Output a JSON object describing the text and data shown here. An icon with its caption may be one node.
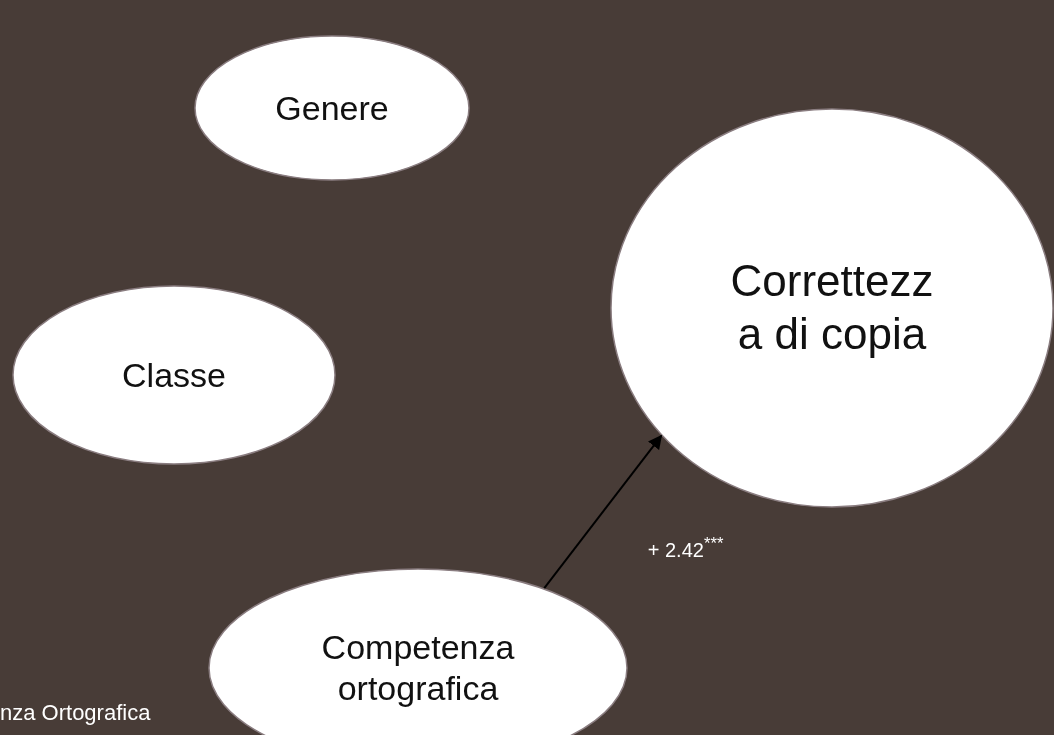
{
  "diagram": {
    "nodes": [
      {
        "text": [
          "Genere"
        ]
      },
      {
        "text": [
          "Classe"
        ]
      },
      {
        "text": [
          "Correttezz a di copia"
        ]
      },
      {
        "text": [
          "Competenza ortografica"
        ]
      }
    ],
    "edges": [
      {
        "from": 3,
        "to": 2,
        "arrow": "to",
        "label": "+ 2.42$^{***}$"
      }
    ],
    "labels": [
      "nza Ortografica"
    ]
  }
}
